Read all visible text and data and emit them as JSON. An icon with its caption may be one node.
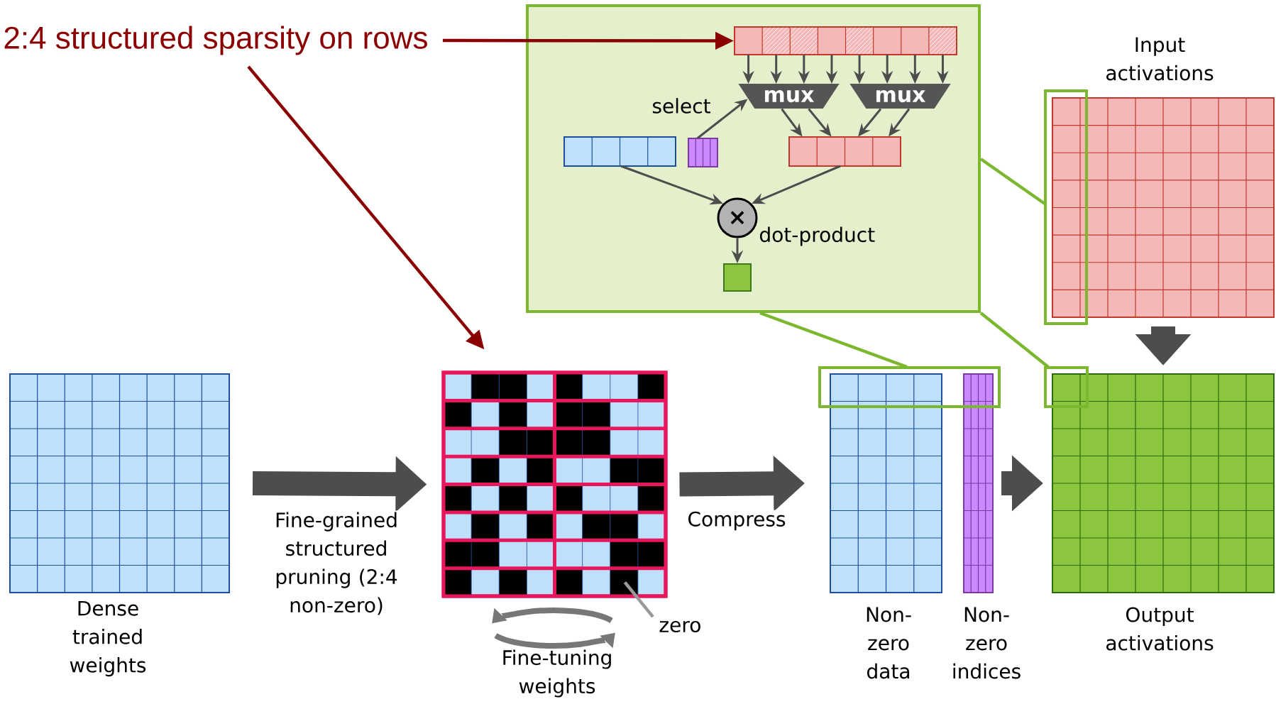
{
  "diagram": {
    "nodes": [
      {
        "text": [
          "2:4 structured sparsity on rows"
        ]
      },
      {
        "text": [],
        "shape": "box"
      },
      {
        "text": [],
        "shape": "box",
        "in": 1
      },
      {
        "text": [
          "mux"
        ],
        "in": 1
      },
      {
        "text": [
          "mux"
        ],
        "in": 1
      },
      {
        "text": [],
        "shape": "box",
        "in": 1
      },
      {
        "text": [],
        "shape": "box",
        "in": 1
      },
      {
        "text": [],
        "shape": "box",
        "in": 1
      },
      {
        "text": [
          "×"
        ],
        "beside": [
          "dot-product"
        ],
        "in": 1
      },
      {
        "text": [],
        "shape": "box",
        "in": 1
      },
      {
        "text": [],
        "shape": "box",
        "beside": [
          "Dense trained weights"
        ]
      },
      {
        "text": [],
        "shape": "box",
        "beside": [
          "Fine-tuning weights"
        ]
      },
      {
        "text": [],
        "shape": "box",
        "beside": [
          "Non- zero data"
        ]
      },
      {
        "text": [],
        "shape": "box",
        "beside": [
          "Non- zero indices"
        ]
      },
      {
        "text": [],
        "shape": "box",
        "beside": [
          "Input activations"
        ]
      },
      {
        "text": [],
        "shape": "box",
        "beside": [
          "Output activations"
        ]
      },
      {
        "text": [
          "zero"
        ]
      }
    ],
    "edges": [
      {
        "from": 0,
        "to": 2,
        "arrow": "to",
        "color": "#8b0000"
      },
      {
        "from": 0,
        "to": 11,
        "arrow": "to",
        "color": "#8b0000"
      },
      {
        "from": 2,
        "to": 3,
        "arrow": "to"
      },
      {
        "from": 2,
        "to": 3,
        "arrow": "to"
      },
      {
        "from": 2,
        "to": 3,
        "arrow": "to"
      },
      {
        "from": 2,
        "to": 3,
        "arrow": "to"
      },
      {
        "from": 2,
        "to": 4,
        "arrow": "to"
      },
      {
        "from": 2,
        "to": 4,
        "arrow": "to"
      },
      {
        "from": 2,
        "to": 4,
        "arrow": "to"
      },
      {
        "from": 2,
        "to": 4,
        "arrow": "to"
      },
      {
        "from": 6,
        "to": 3,
        "arrow": "to",
        "label": "select"
      },
      {
        "from": 3,
        "to": 7,
        "arrow": "to"
      },
      {
        "from": 3,
        "to": 7,
        "arrow": "to"
      },
      {
        "from": 4,
        "to": 7,
        "arrow": "to"
      },
      {
        "from": 4,
        "to": 7,
        "arrow": "to"
      },
      {
        "from": 5,
        "to": 8,
        "arrow": "to"
      },
      {
        "from": 7,
        "to": 8,
        "arrow": "to"
      },
      {
        "from": 8,
        "to": 9,
        "arrow": "to"
      },
      {
        "from": 10,
        "to": 11,
        "arrow": "to",
        "style": "thick",
        "label": "Fine-grained structured pruning (2:4 non-zero)"
      },
      {
        "from": 11,
        "to": 12,
        "arrow": "to",
        "style": "thick",
        "label": "Compress"
      },
      {
        "from": 13,
        "to": 15,
        "arrow": "to",
        "style": "thick"
      },
      {
        "from": 14,
        "to": 15,
        "arrow": "to",
        "style": "thick"
      },
      {
        "from": 16,
        "to": 11,
        "arrow": "none",
        "color": "#999999"
      },
      {
        "from": 1,
        "to": 14,
        "arrow": "none",
        "color": "#7cb82f"
      },
      {
        "from": 1,
        "to": 12,
        "arrow": "none",
        "color": "#7cb82f"
      },
      {
        "from": 1,
        "to": 15,
        "arrow": "none",
        "color": "#7cb82f"
      }
    ]
  }
}
